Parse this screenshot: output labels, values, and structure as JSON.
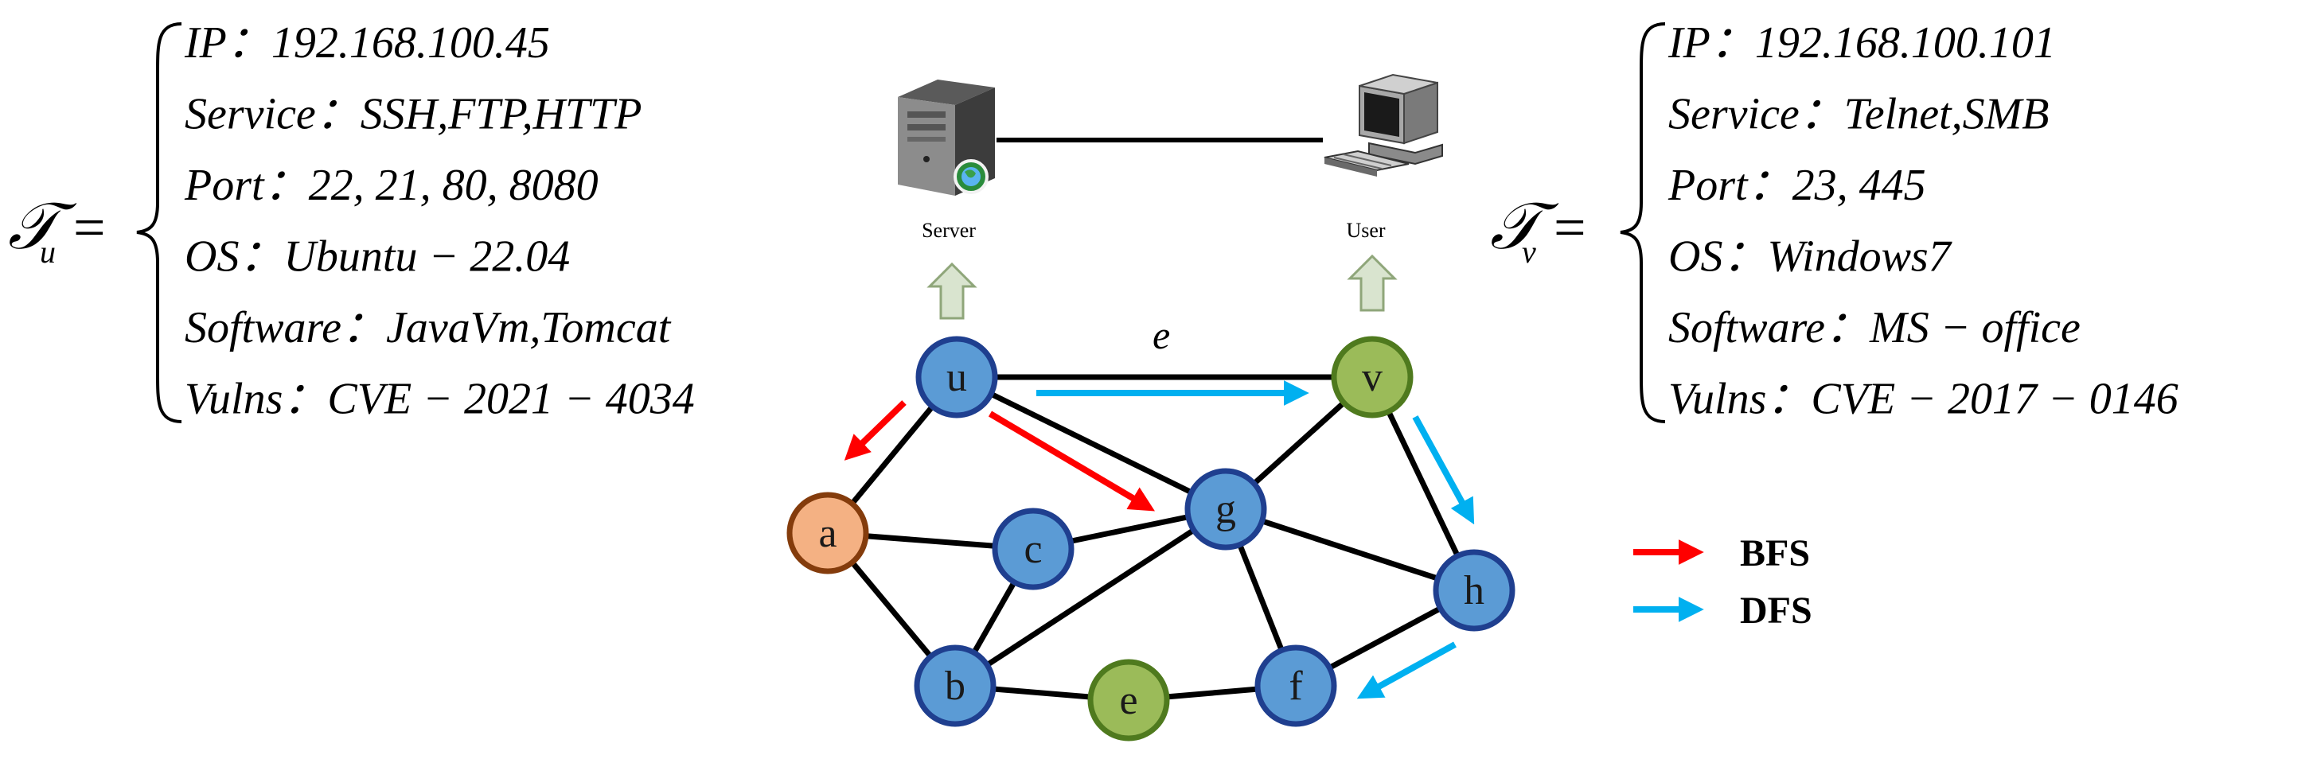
{
  "left_info": {
    "symbol": "𝒯",
    "subscript": "u",
    "equals": "=",
    "lines": [
      {
        "key": "IP",
        "sep": "：",
        "value": "192.168.100.45"
      },
      {
        "key": "Service",
        "sep": "：",
        "value": "SSH,FTP,HTTP"
      },
      {
        "key": "Port",
        "sep": "：",
        "value": "22, 21, 80, 8080"
      },
      {
        "key": "OS",
        "sep": "：",
        "value": "Ubuntu − 22.04"
      },
      {
        "key": "Software",
        "sep": "：",
        "value": "JavaVm,Tomcat"
      },
      {
        "key": "Vulns",
        "sep": "：",
        "value": "CVE − 2021 − 4034"
      }
    ]
  },
  "right_info": {
    "symbol": "𝒯",
    "subscript": "v",
    "equals": "=",
    "lines": [
      {
        "key": "IP",
        "sep": "：",
        "value": "192.168.100.101"
      },
      {
        "key": "Service",
        "sep": "：",
        "value": "Telnet,SMB"
      },
      {
        "key": "Port",
        "sep": "：",
        "value": "23, 445"
      },
      {
        "key": "OS",
        "sep": "：",
        "value": "Windows7"
      },
      {
        "key": "Software",
        "sep": "：",
        "value": "MS − office"
      },
      {
        "key": "Vulns",
        "sep": "：",
        "value": "CVE − 2017 − 0146"
      }
    ]
  },
  "devices": {
    "server_label": "Server",
    "user_label": "User"
  },
  "graph": {
    "edge_label": "e",
    "nodes": [
      {
        "id": "u",
        "label": "u",
        "fill": "#5b9bd5",
        "stroke": "#1f3f8f"
      },
      {
        "id": "v",
        "label": "v",
        "fill": "#9bbb59",
        "stroke": "#4f7a1e"
      },
      {
        "id": "a",
        "label": "a",
        "fill": "#f4b183",
        "stroke": "#843c0c"
      },
      {
        "id": "c",
        "label": "c",
        "fill": "#5b9bd5",
        "stroke": "#1f3f8f"
      },
      {
        "id": "g",
        "label": "g",
        "fill": "#5b9bd5",
        "stroke": "#1f3f8f"
      },
      {
        "id": "h",
        "label": "h",
        "fill": "#5b9bd5",
        "stroke": "#1f3f8f"
      },
      {
        "id": "b",
        "label": "b",
        "fill": "#5b9bd5",
        "stroke": "#1f3f8f"
      },
      {
        "id": "e",
        "label": "e",
        "fill": "#9bbb59",
        "stroke": "#4f7a1e"
      },
      {
        "id": "f",
        "label": "f",
        "fill": "#5b9bd5",
        "stroke": "#1f3f8f"
      }
    ],
    "edges": [
      [
        "u",
        "v"
      ],
      [
        "u",
        "a"
      ],
      [
        "u",
        "g"
      ],
      [
        "v",
        "g"
      ],
      [
        "v",
        "h"
      ],
      [
        "a",
        "c"
      ],
      [
        "a",
        "b"
      ],
      [
        "c",
        "b"
      ],
      [
        "c",
        "g"
      ],
      [
        "g",
        "h"
      ],
      [
        "g",
        "b"
      ],
      [
        "g",
        "f"
      ],
      [
        "b",
        "e"
      ],
      [
        "e",
        "f"
      ],
      [
        "f",
        "h"
      ]
    ]
  },
  "legend": [
    {
      "label": "BFS",
      "color": "#ff0000"
    },
    {
      "label": "DFS",
      "color": "#00b0f0"
    }
  ]
}
